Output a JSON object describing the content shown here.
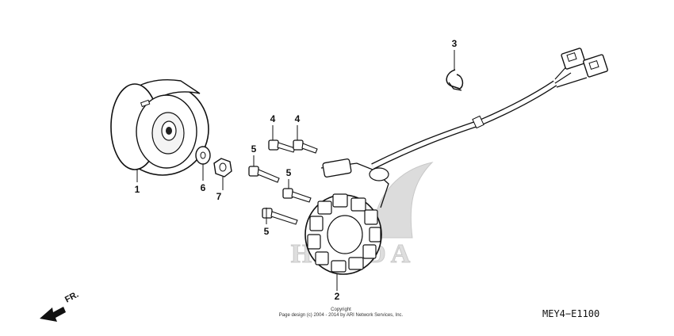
{
  "callouts": {
    "p1": "1",
    "p2": "2",
    "p3": "3",
    "p4a": "4",
    "p4b": "4",
    "p5a": "5",
    "p5b": "5",
    "p5c": "5",
    "p6": "6",
    "p7": "7"
  },
  "watermark": "HONDA",
  "copyright_line1": "Copyright",
  "copyright_line2": "Page design (c) 2004 - 2014 by ARI Network Services, Inc.",
  "diagram_code": "MEY4−E1100",
  "front_marker": "FR.",
  "colors": {
    "line": "#111111",
    "watermark": "#d9d9d9"
  }
}
